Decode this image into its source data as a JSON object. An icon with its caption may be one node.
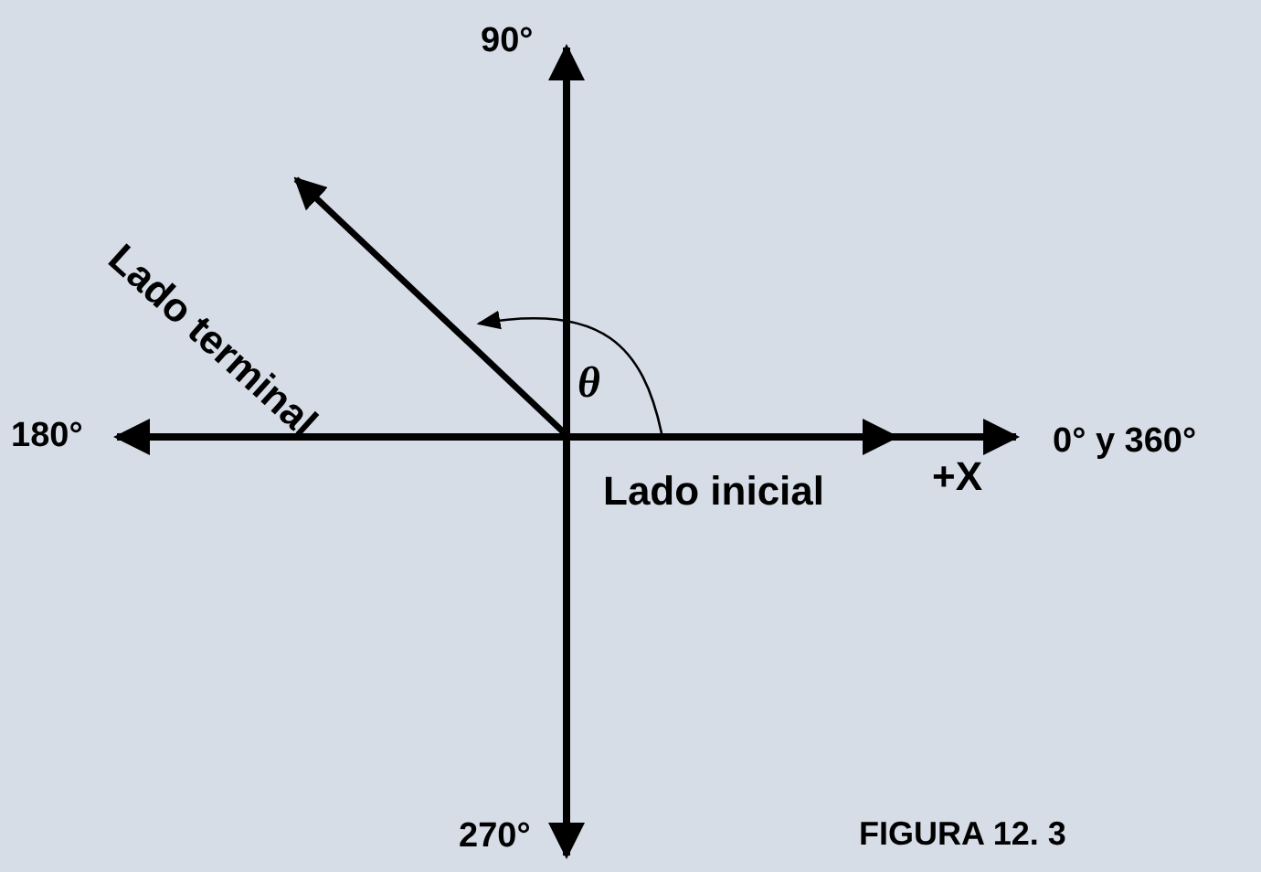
{
  "diagram": {
    "caption": "FIGURA 12. 3",
    "labels": [
      "90°",
      "Lado terminal",
      "θ",
      "180°",
      "0° y 360°",
      "Lado inicial",
      "+X",
      "270°"
    ]
  }
}
